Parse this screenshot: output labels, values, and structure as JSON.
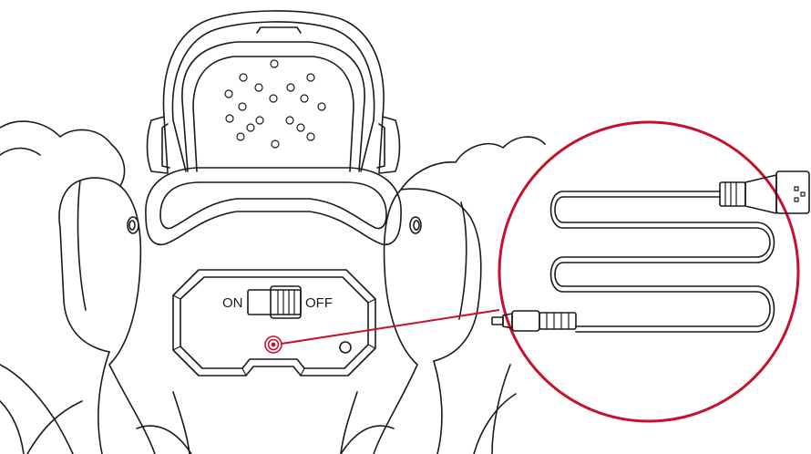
{
  "switch": {
    "on_label": "ON",
    "off_label": "OFF"
  },
  "colors": {
    "line": "#1a1a1a",
    "accent": "#c8102e"
  },
  "icons": [
    "robot-body",
    "power-switch",
    "charging-port",
    "usb-charging-cable",
    "usb-plug"
  ]
}
